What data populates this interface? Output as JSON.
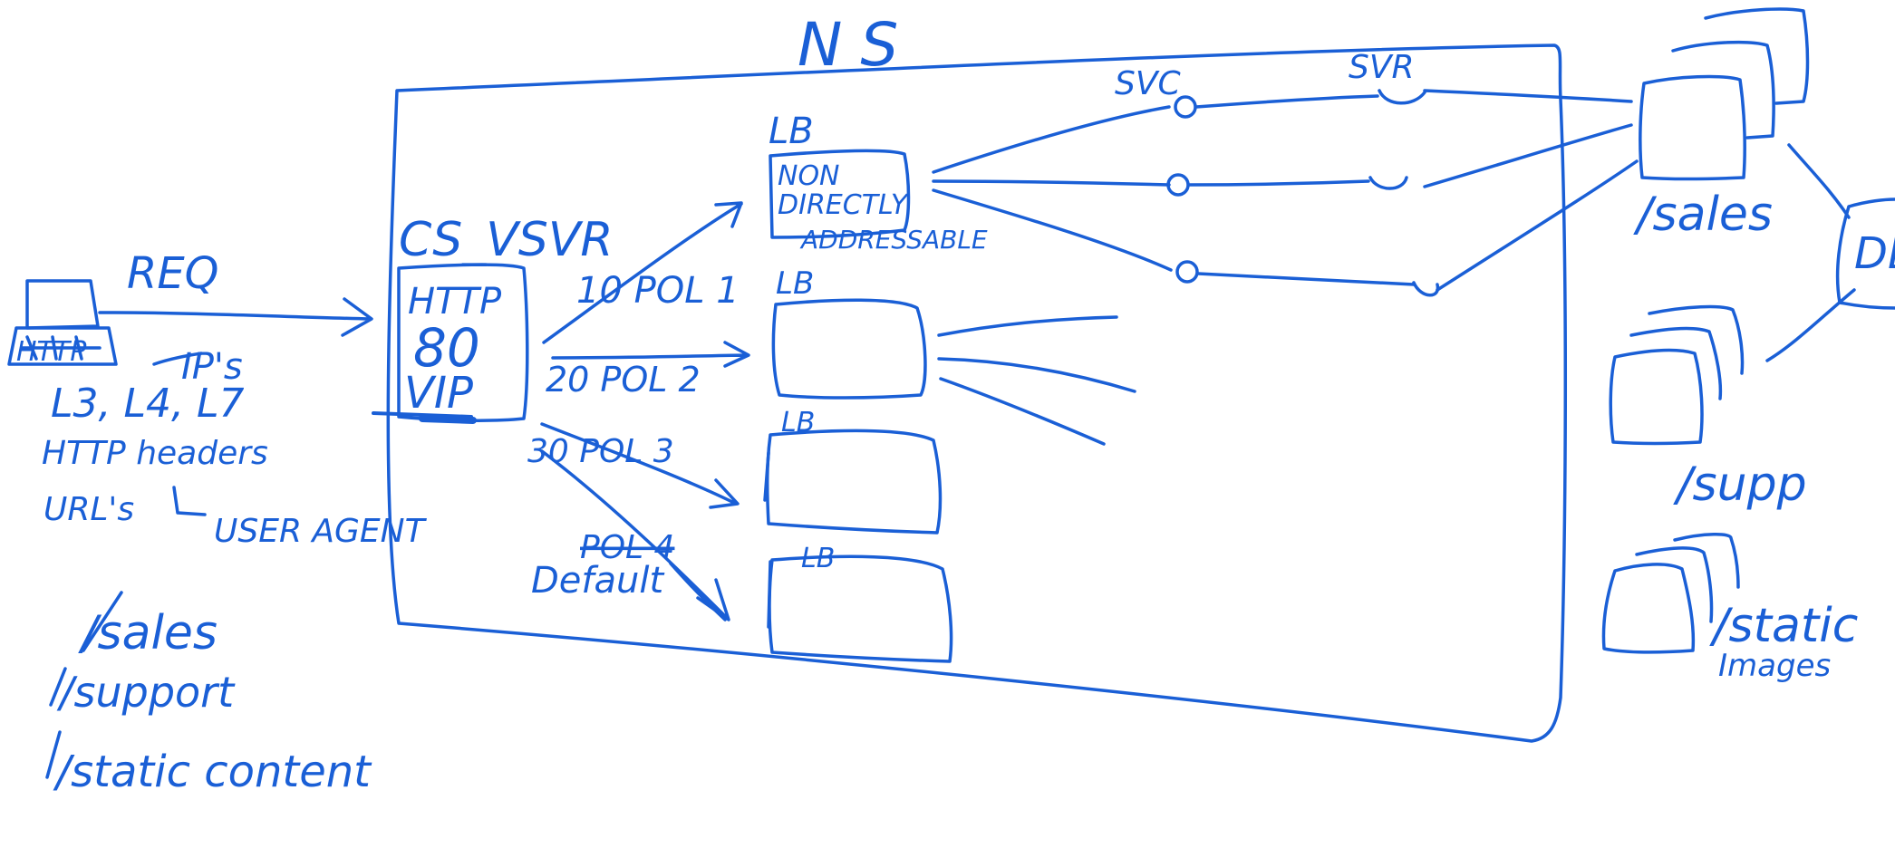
{
  "canvas": {
    "ink_color": "#1a5fd6",
    "background": "#ffffff"
  },
  "labels": {
    "ns_title": "NS",
    "req": "REQ",
    "client": "HTTP",
    "cs_vsvr": "CS_VSVR",
    "vip_http": "HTTP",
    "vip_port": "80",
    "vip_label": "VIP",
    "ips": "IP's",
    "layers": "L3, L4, L7",
    "http_headers": "HTTP headers",
    "urls": "URL's",
    "user_agent": "USER AGENT",
    "pol1": "10 POL 1",
    "pol2": "20 POL 2",
    "pol3": "30 POL 3",
    "pol_struck": "POL 4",
    "default": "Default",
    "lb1": "LB",
    "lb1_line1": "NON",
    "lb1_line2": "DIRECTLY",
    "lb1_line3": "ADDRESSABLE",
    "lb2": "LB",
    "lb3": "LB",
    "lb4": "LB",
    "svc": "SVC",
    "svr": "SVR",
    "sales_server": "/sales",
    "db": "DB",
    "supp_server": "/supp",
    "static_server": "/static",
    "static_images": "Images",
    "path_sales": "/sales",
    "path_support": "/support",
    "path_static": "/static content"
  }
}
